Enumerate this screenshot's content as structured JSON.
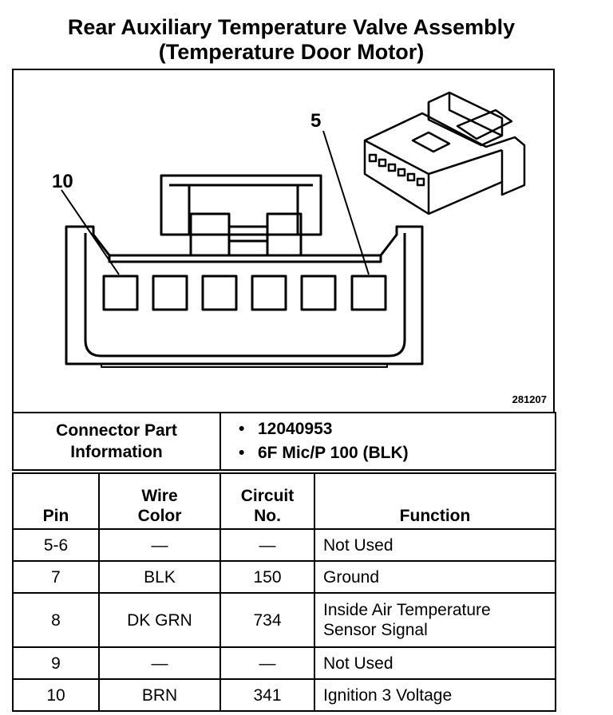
{
  "title_line1": "Rear Auxiliary Temperature Valve Assembly",
  "title_line2": "(Temperature Door Motor)",
  "diagram": {
    "pin_label_left": "10",
    "pin_label_right": "5",
    "figure_id": "281207"
  },
  "connector_info": {
    "label_line1": "Connector Part",
    "label_line2": "Information",
    "bullet": "•",
    "values": [
      "12040953",
      "6F Mic/P 100 (BLK)"
    ]
  },
  "table": {
    "headers": {
      "pin": "Pin",
      "wire_color_line1": "Wire",
      "wire_color_line2": "Color",
      "circuit_line1": "Circuit",
      "circuit_line2": "No.",
      "function": "Function"
    },
    "rows": [
      {
        "pin": "5-6",
        "wire_color": "—",
        "circuit": "—",
        "function_line1": "Not Used",
        "function_line2": ""
      },
      {
        "pin": "7",
        "wire_color": "BLK",
        "circuit": "150",
        "function_line1": "Ground",
        "function_line2": ""
      },
      {
        "pin": "8",
        "wire_color": "DK GRN",
        "circuit": "734",
        "function_line1": "Inside Air Temperature",
        "function_line2": "Sensor Signal"
      },
      {
        "pin": "9",
        "wire_color": "—",
        "circuit": "—",
        "function_line1": "Not Used",
        "function_line2": ""
      },
      {
        "pin": "10",
        "wire_color": "BRN",
        "circuit": "341",
        "function_line1": "Ignition 3 Voltage",
        "function_line2": ""
      }
    ]
  }
}
